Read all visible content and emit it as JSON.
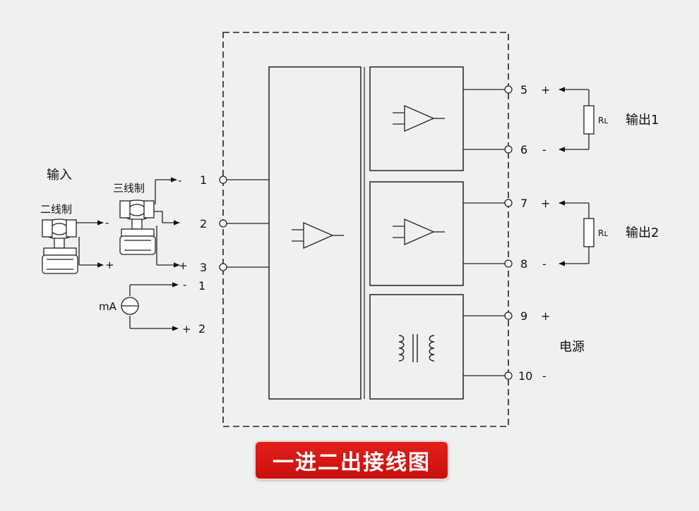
{
  "labels": {
    "input_title": "输入",
    "two_wire": "二线制",
    "three_wire": "三线制",
    "ma": "mA",
    "output1": "输出1",
    "output2": "输出2",
    "power": "电源",
    "rl": "Rʟ"
  },
  "input_terminals": [
    "1",
    "2",
    "3"
  ],
  "output_terminals": [
    "5",
    "6",
    "7",
    "8",
    "9",
    "10"
  ],
  "terminal_polarity": [
    "+",
    "-",
    "+",
    "-",
    "+",
    "-"
  ],
  "two_wire_signs": [
    "-",
    "+"
  ],
  "three_wire_signs": [
    "-",
    "+"
  ],
  "current_source": {
    "terminals": [
      "1",
      "2"
    ],
    "signs": [
      "-",
      "+"
    ]
  },
  "caption": "一进二出接线图"
}
